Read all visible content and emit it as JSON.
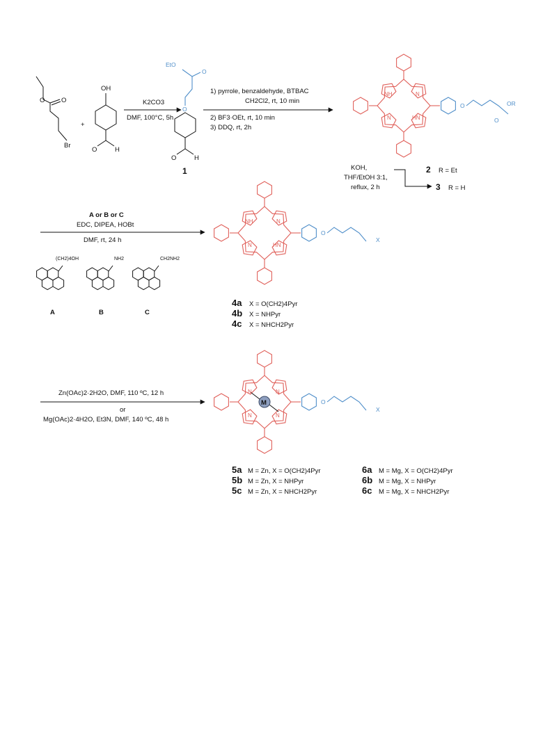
{
  "step1": {
    "reagent": "K2CO3",
    "conditions": "DMF, 100°C, 5h",
    "sm1": {
      "O": "O",
      "Br": "Br"
    },
    "sm2": {
      "OH": "OH",
      "O": "O",
      "H": "H"
    },
    "plus": "+"
  },
  "compound1": {
    "number": "1",
    "EtO": "EtO",
    "O1": "O",
    "O2": "O",
    "O3": "O",
    "H": "H"
  },
  "step2": {
    "line1": "1) pyrrole, benzaldehyde, BTBAC",
    "line2": "CH2Cl2, rt, 10 min",
    "line3": "2) BF3·OEt, rt, 10 min",
    "line4": "3) DDQ, rt, 2h"
  },
  "porphyrin": {
    "NH": "NH",
    "N": "N",
    "HN": "HN"
  },
  "compound23": {
    "OR": "OR",
    "O": "O",
    "hydrolysis": [
      "KOH,",
      "THF/EtOH 3:1,",
      "reflux, 2 h"
    ],
    "c2": {
      "number": "2",
      "r": "R = Et"
    },
    "c3": {
      "number": "3",
      "r": "R = H"
    }
  },
  "step3": {
    "line1": "A or B or C",
    "line2": "EDC, DIPEA, HOBt",
    "line3": "DMF, rt, 24 h",
    "A": {
      "label": "A",
      "group": "(CH2)4OH"
    },
    "B": {
      "label": "B",
      "group": "NH2"
    },
    "C": {
      "label": "C",
      "group": "CH2NH2"
    }
  },
  "compounds4": {
    "X": "X",
    "items": [
      {
        "id": "4a",
        "text": "X = O(CH2)4Pyr"
      },
      {
        "id": "4b",
        "text": "X = NHPyr"
      },
      {
        "id": "4c",
        "text": "X = NHCH2Pyr"
      }
    ]
  },
  "step4": {
    "line1": "Zn(OAc)2·2H2O, DMF, 110 ºC, 12 h",
    "or": "or",
    "line2": "Mg(OAc)2·4H2O, Et3N, DMF, 140 ºC, 48 h"
  },
  "metal": {
    "M": "M"
  },
  "compounds56": {
    "left": [
      {
        "id": "5a",
        "text": "M = Zn, X = O(CH2)4Pyr"
      },
      {
        "id": "5b",
        "text": "M = Zn, X = NHPyr"
      },
      {
        "id": "5c",
        "text": "M = Zn, X = NHCH2Pyr"
      }
    ],
    "right": [
      {
        "id": "6a",
        "text": "M = Mg, X = O(CH2)4Pyr"
      },
      {
        "id": "6b",
        "text": "M = Mg, X = NHPyr"
      },
      {
        "id": "6c",
        "text": "M = Mg, X = NHCH2Pyr"
      }
    ]
  }
}
